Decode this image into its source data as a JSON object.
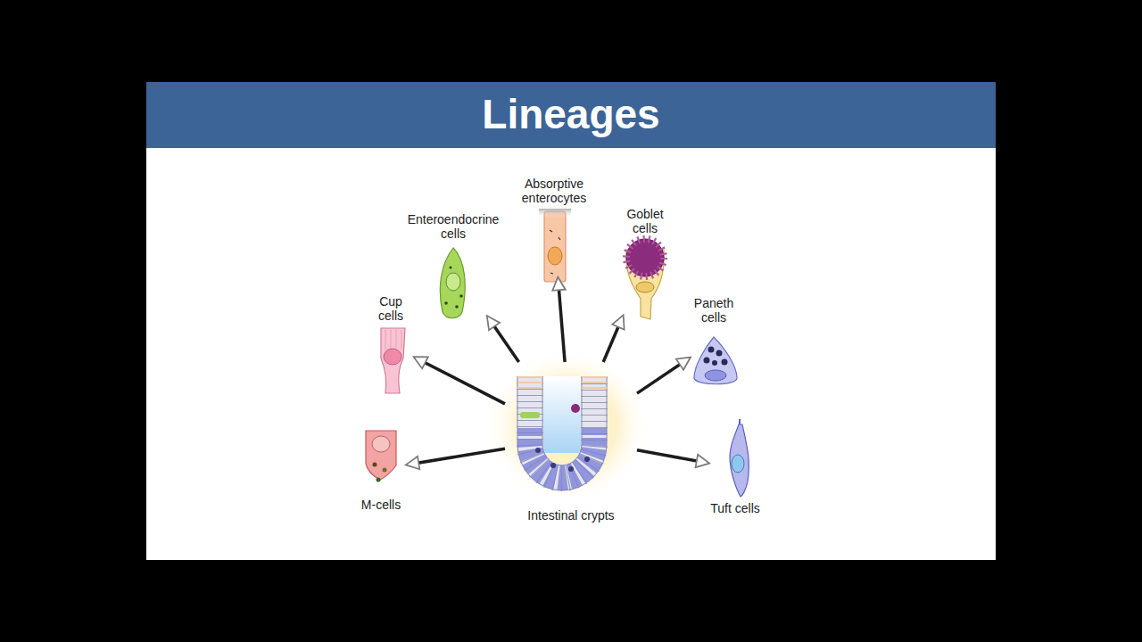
{
  "diagram": {
    "title": "Lineages",
    "nodes": [
      {
        "text": [
          "Absorptive enterocytes"
        ]
      },
      {
        "text": [
          "Enteroendocrine cells"
        ]
      },
      {
        "text": [
          "Goblet cells"
        ]
      },
      {
        "text": [
          "Cup cells"
        ]
      },
      {
        "text": [
          "Paneth cells"
        ]
      },
      {
        "text": [
          "M-cells"
        ]
      },
      {
        "text": [
          "Tuft cells"
        ]
      },
      {
        "text": [
          "Intestinal crypts"
        ]
      }
    ],
    "edges": [
      {
        "from": 7,
        "to": 0,
        "arrow": "to"
      },
      {
        "from": 7,
        "to": 1,
        "arrow": "to"
      },
      {
        "from": 7,
        "to": 2,
        "arrow": "to"
      },
      {
        "from": 7,
        "to": 3,
        "arrow": "to"
      },
      {
        "from": 7,
        "to": 4,
        "arrow": "to"
      },
      {
        "from": 7,
        "to": 5,
        "arrow": "to"
      },
      {
        "from": 7,
        "to": 6,
        "arrow": "to"
      }
    ]
  }
}
